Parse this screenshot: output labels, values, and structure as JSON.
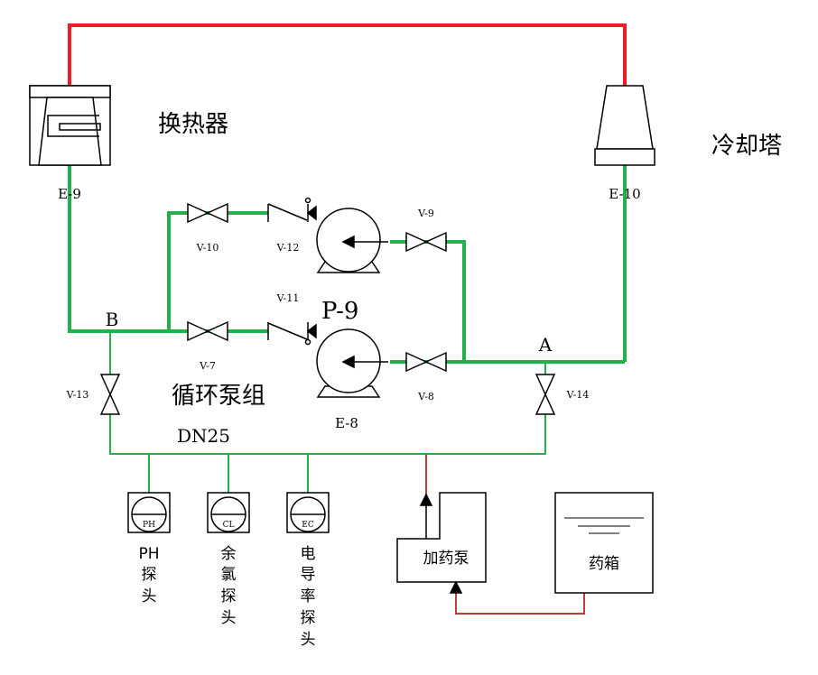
{
  "labels": {
    "heat_exchanger": "换热器",
    "cooling_tower": "冷却塔",
    "pump_group": "循环泵组",
    "e9": "E-9",
    "e10": "E-10",
    "e8": "E-8",
    "p9": "P-9",
    "dn25": "DN25",
    "node_a": "A",
    "node_b": "B"
  },
  "valves": {
    "v7": "V-7",
    "v8": "V-8",
    "v9": "V-9",
    "v10": "V-10",
    "v11": "V-11",
    "v12": "V-12",
    "v13": "V-13",
    "v14": "V-14"
  },
  "probes": {
    "ph": {
      "code": "PH",
      "line1": "PH",
      "chars": [
        "探",
        "头"
      ]
    },
    "cl": {
      "code": "CL",
      "chars": [
        "余",
        "氯",
        "探",
        "头"
      ]
    },
    "ec": {
      "code": "EC",
      "chars": [
        "电",
        "导",
        "率",
        "探",
        "头"
      ]
    }
  },
  "dosing_pump": "加药泵",
  "chem_tank": "药箱",
  "colors": {
    "hot_line": "#ee1c25",
    "water_line": "#22b14c",
    "chem_line": "#b5413a",
    "stroke": "#000000"
  }
}
